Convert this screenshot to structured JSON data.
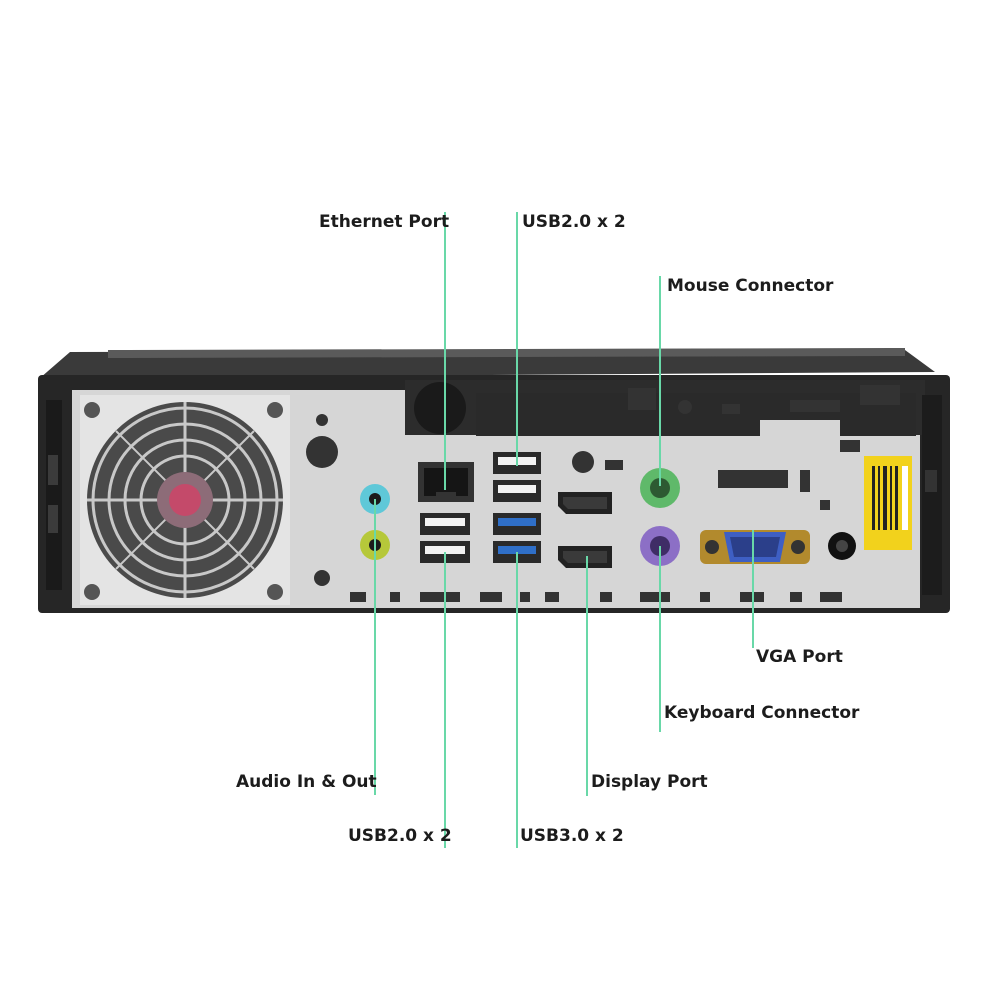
{
  "callouts": {
    "ethernet_port": "Ethernet Port",
    "usb20_top": "USB2.0 x 2",
    "mouse_connector": "Mouse Connector",
    "vga_port": "VGA Port",
    "keyboard_connector": "Keyboard Connector",
    "audio_in_out": "Audio In & Out",
    "display_port": "Display Port",
    "usb20_bottom": "USB2.0 x 2",
    "usb30": "USB3.0 x 2"
  },
  "colors": {
    "callout_line": "#69d8a8",
    "case": "#2b2b2b",
    "io_plate": "#d8d8d8",
    "audio_in": "#5fc8d8",
    "audio_out": "#b6c83a",
    "mouse_port": "#5fb96a",
    "keyboard_port": "#8c6fc6",
    "vga": "#3e5fc4",
    "usb3": "#2f6fc8",
    "label_sticker": "#f2d21c"
  },
  "icons": {
    "fan": "fan-icon",
    "ethernet": "ethernet-icon",
    "usb": "usb-icon",
    "audio": "audio-jack-icon",
    "ps2": "ps2-port-icon",
    "vga": "vga-port-icon",
    "displayport": "displayport-icon",
    "power": "power-jack-icon",
    "barcode": "barcode-sticker-icon"
  }
}
